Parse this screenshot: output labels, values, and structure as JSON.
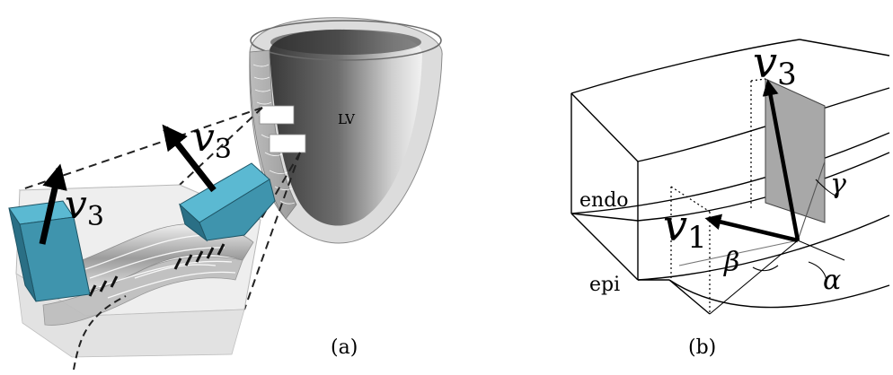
{
  "panel_a": {
    "caption": "(a)",
    "chamber_label": "LV",
    "vector_left": {
      "base": "v",
      "sub": "3"
    },
    "vector_right": {
      "base": "v",
      "sub": "3"
    }
  },
  "panel_b": {
    "caption": "(b)",
    "surface_inner_label": "endo",
    "surface_outer_label": "epi",
    "vector_top": {
      "base": "v",
      "sub": "3"
    },
    "vector_side": {
      "base": "v",
      "sub": "1"
    },
    "angles": {
      "alpha": "α",
      "beta": "β",
      "gamma": "γ"
    }
  },
  "colors": {
    "block_face": "#3f94ad",
    "block_top": "#5bb9d2",
    "block_side": "#2a6f85",
    "shading_gray": "#a8a8a8"
  }
}
